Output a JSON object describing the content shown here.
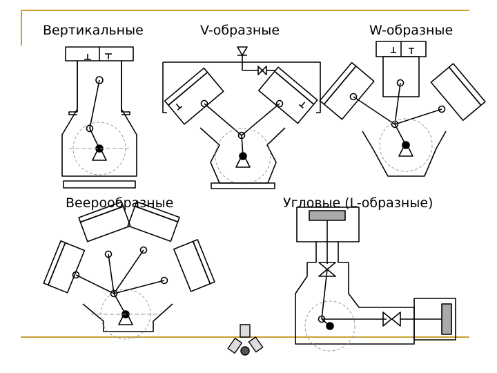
{
  "labels": {
    "vertical": "Вертикальные",
    "v_type": "V-образные",
    "w_type": "W-образные",
    "fan_type": "Веерообразные",
    "angular": "Угловые (L-образные)"
  },
  "colors": {
    "accent_rule": "#c8a032",
    "line": "#000000",
    "dash": "#999999"
  }
}
